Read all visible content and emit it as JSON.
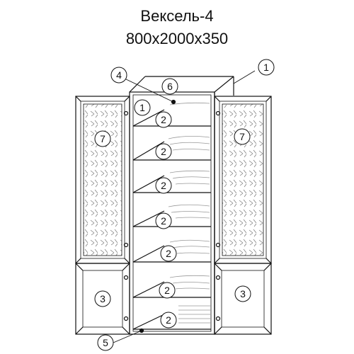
{
  "title": "Вексель-4",
  "dimensions": "800x2000x350",
  "callouts": {
    "c1a": "1",
    "c1b": "1",
    "c2": "2",
    "c3": "3",
    "c4": "4",
    "c5": "5",
    "c6": "6",
    "c7": "7"
  }
}
